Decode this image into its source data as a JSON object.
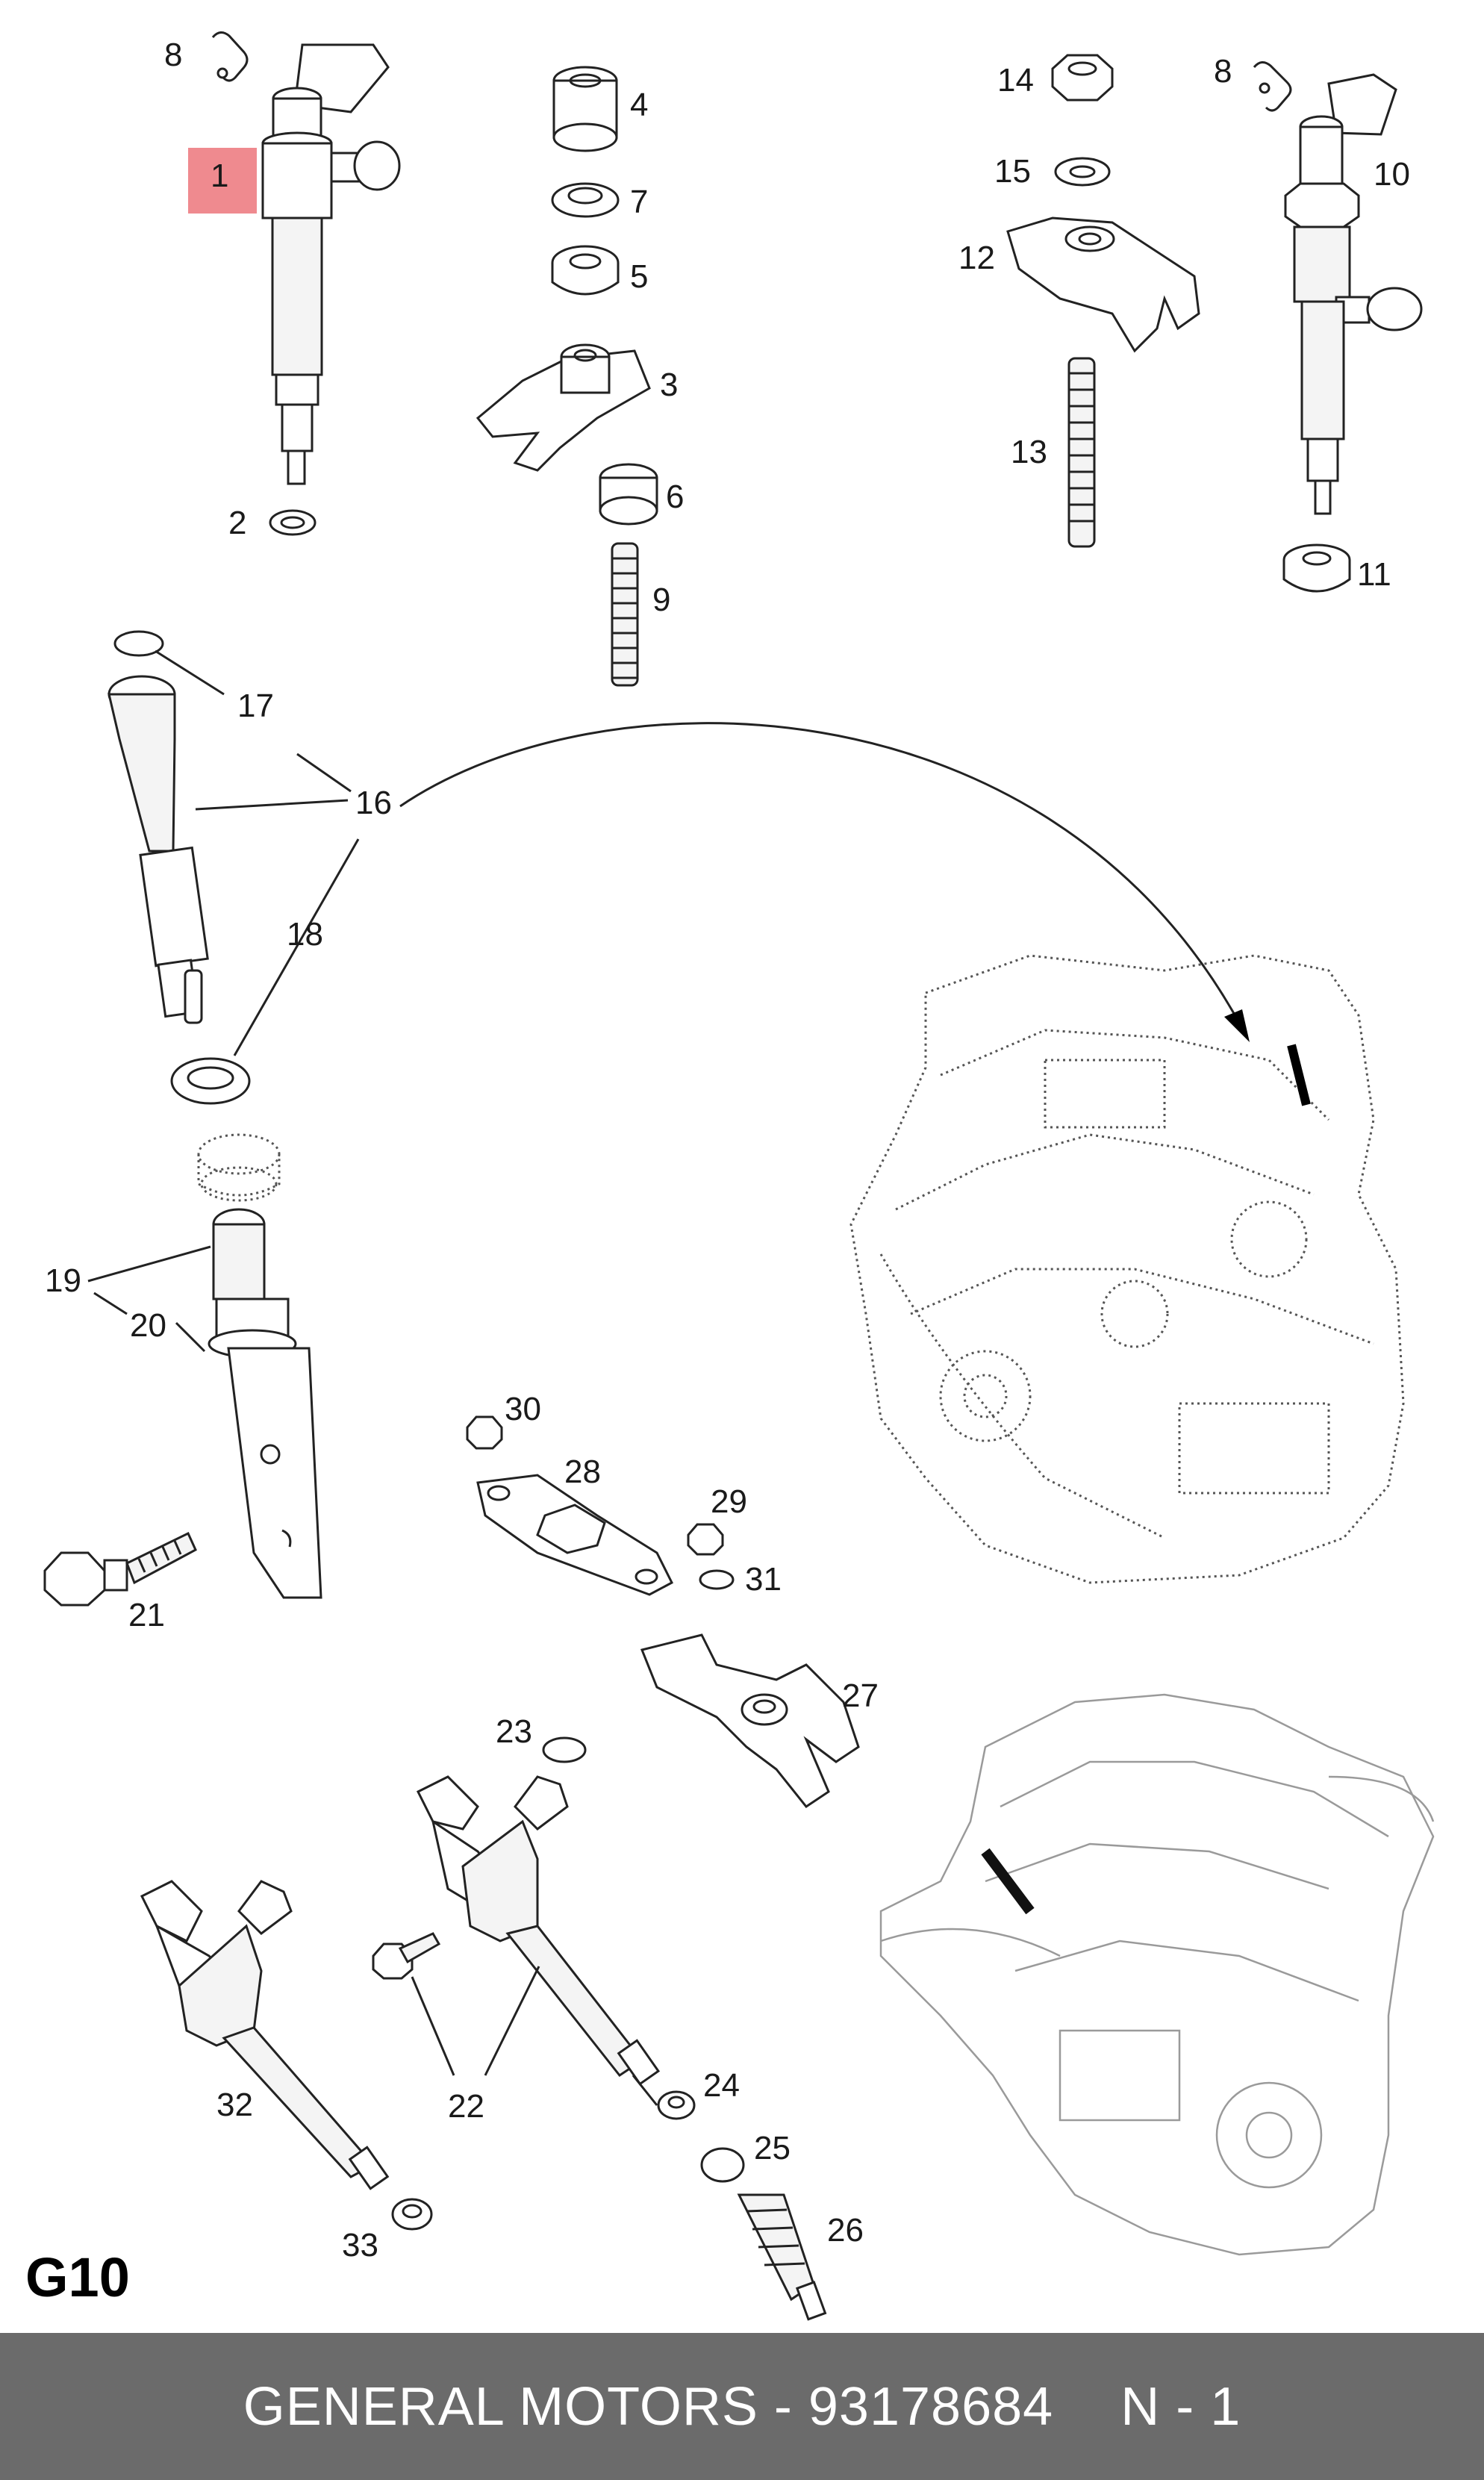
{
  "section_code": "G10",
  "footer": {
    "brand": "GENERAL MOTORS",
    "separator": "-",
    "part_number": "93178684",
    "page": "N - 1"
  },
  "highlight_color": "#ef8a8f",
  "footer_color": "#6b6b6b",
  "callouts": {
    "c1": "1",
    "c2": "2",
    "c3": "3",
    "c4": "4",
    "c5": "5",
    "c6": "6",
    "c7": "7",
    "c8a": "8",
    "c8b": "8",
    "c9": "9",
    "c10": "10",
    "c11": "11",
    "c12": "12",
    "c13": "13",
    "c14": "14",
    "c15": "15",
    "c16": "16",
    "c17": "17",
    "c18": "18",
    "c19": "19",
    "c20": "20",
    "c21": "21",
    "c22": "22",
    "c23": "23",
    "c24": "24",
    "c25": "25",
    "c26": "26",
    "c27": "27",
    "c28": "28",
    "c29": "29",
    "c30": "30",
    "c31": "31",
    "c32": "32",
    "c33": "33"
  }
}
